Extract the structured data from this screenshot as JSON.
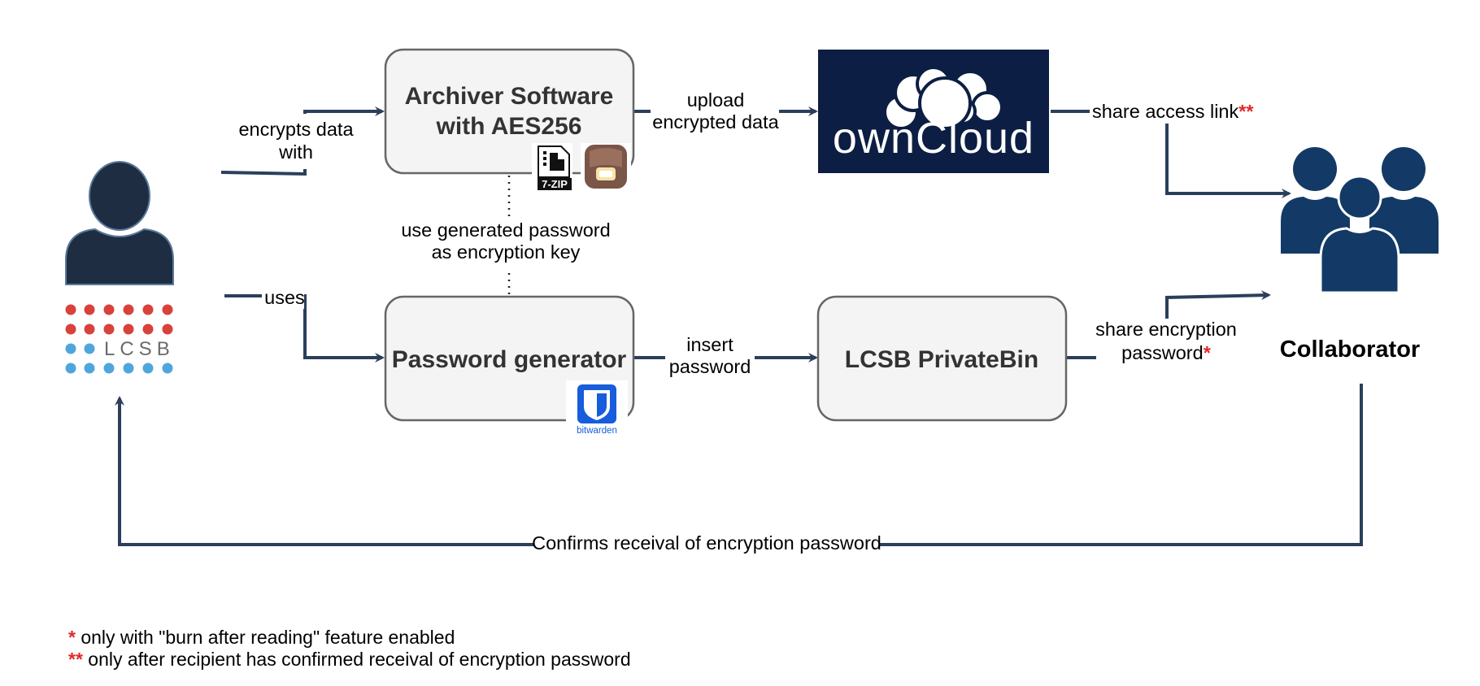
{
  "boxes": {
    "archiver_line1": "Archiver Software",
    "archiver_line2": "with AES256",
    "password_generator": "Password generator",
    "privatebin": "LCSB PrivateBin"
  },
  "logos": {
    "owncloud": "ownCloud",
    "lcsb": "LCSB",
    "bitwarden": "bitwarden",
    "sevenzip": "7-ZIP"
  },
  "edges": {
    "encrypts_line1": "encrypts data",
    "encrypts_line2": "with",
    "uses": "uses",
    "upload_line1": "upload",
    "upload_line2": "encrypted data",
    "share_link": "share access link",
    "share_link_mark": "**",
    "use_pw_line1": "use generated password",
    "use_pw_line2": "as encryption key",
    "insert_line1": "insert",
    "insert_line2": "password",
    "share_pw_line1": "share encryption",
    "share_pw_line2": "password",
    "share_pw_mark": "*",
    "confirms": "Confirms receival of encryption password"
  },
  "actors": {
    "collaborator": "Collaborator"
  },
  "footnotes": [
    {
      "mark": "*",
      "text": " only with \"burn after reading\" feature enabled"
    },
    {
      "mark": "**",
      "text": " only after recipient has confirmed receival of encryption password"
    }
  ],
  "colors": {
    "edge": "#2b3f5c",
    "owncloud_bg": "#0c1e43",
    "person": "#1e2d42",
    "collaborator_icon": "#133a66",
    "box_fill": "#f4f4f4",
    "box_stroke": "#666666",
    "red_mark": "#e0292a",
    "lcsb_red": "#d9413b",
    "lcsb_blue": "#4fa6dc"
  }
}
